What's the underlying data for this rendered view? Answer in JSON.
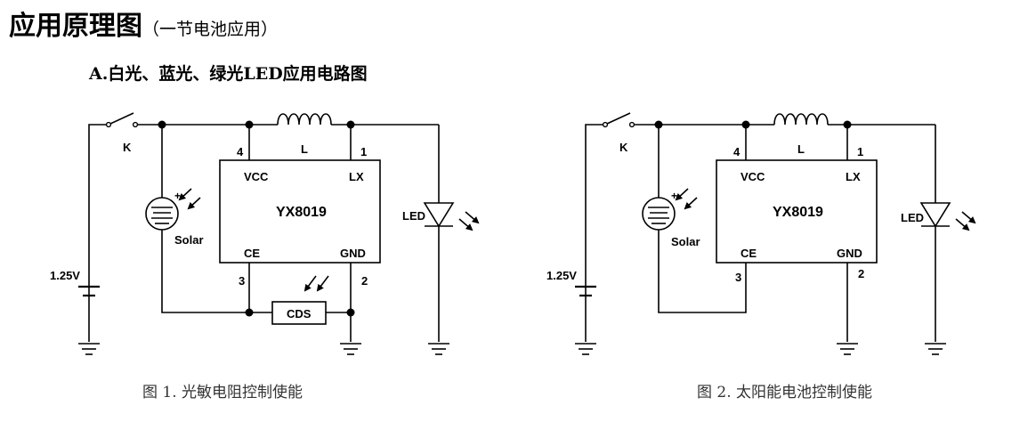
{
  "header": {
    "title": "应用原理图",
    "subtitle": "（一节电池应用）",
    "section": "A.白光、蓝光、绿光LED应用电路图"
  },
  "diagram1": {
    "switch_label": "K",
    "battery_label": "1.25V",
    "solar_label": "Solar",
    "inductor_label": "L",
    "chip_name": "YX8019",
    "pin_vcc": "VCC",
    "pin_lx": "LX",
    "pin_ce": "CE",
    "pin_gnd": "GND",
    "pin4": "4",
    "pin1": "1",
    "pin3": "3",
    "pin2": "2",
    "led_label": "LED",
    "cds_label": "CDS",
    "caption": "图 1.  光敏电阻控制使能"
  },
  "diagram2": {
    "switch_label": "K",
    "battery_label": "1.25V",
    "solar_label": "Solar",
    "inductor_label": "L",
    "chip_name": "YX8019",
    "pin_vcc": "VCC",
    "pin_lx": "LX",
    "pin_ce": "CE",
    "pin_gnd": "GND",
    "pin4": "4",
    "pin1": "1",
    "pin3": "3",
    "pin2": "2",
    "led_label": "LED",
    "caption": "图 2.  太阳能电池控制使能"
  }
}
